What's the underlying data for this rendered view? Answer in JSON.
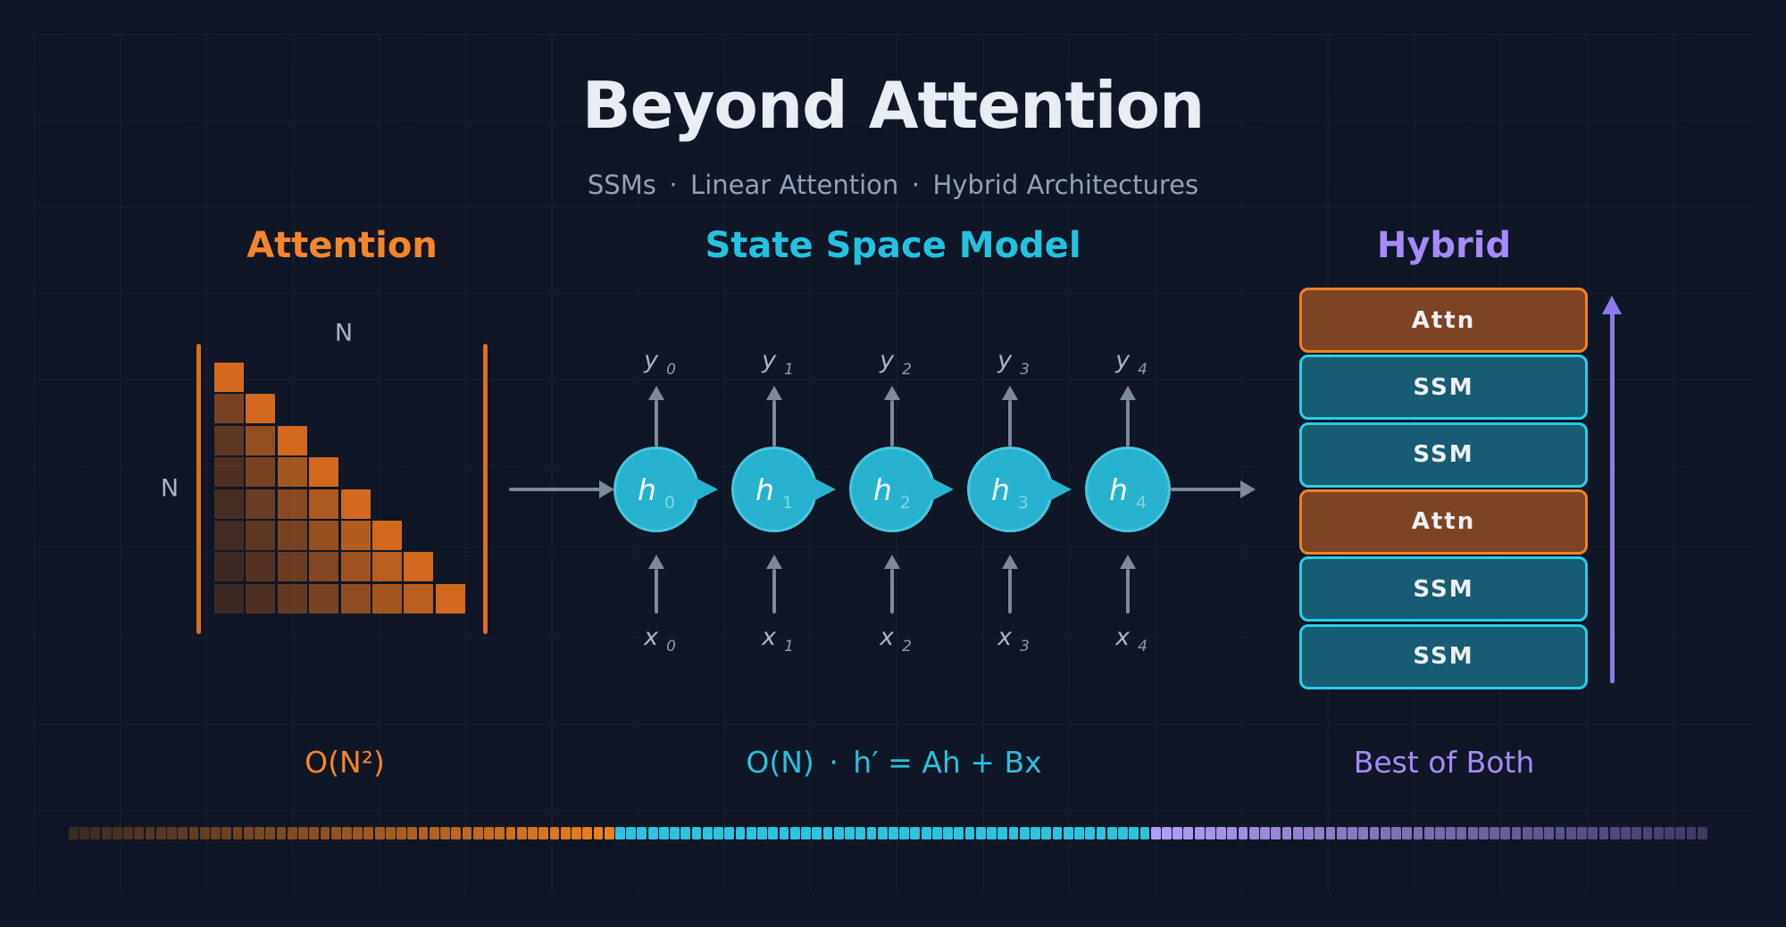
{
  "slide": {
    "title": "Beyond Attention",
    "subtitle": "SSMs · Linear Attention · Hybrid Architectures",
    "background": "#0f1626"
  },
  "attention": {
    "title": "Attention",
    "axis_top": "N",
    "axis_left": "N",
    "matrix_rows": 8,
    "caption": "O(N²)",
    "colors": {
      "accent": "#f5862b",
      "cell": "#d2691e",
      "bracket": "#d96f1f"
    }
  },
  "ssm": {
    "title": "State Space Model",
    "state_symbol": "h",
    "input_symbol": "x",
    "output_symbol": "y",
    "indices": [
      "0",
      "1",
      "2",
      "3",
      "4"
    ],
    "caption": "O(N) · h′ = Ah + Bx",
    "colors": {
      "accent": "#22c3e0",
      "circle": "#26b2cf",
      "arrow": "#7e8a9c"
    }
  },
  "hybrid": {
    "title": "Hybrid",
    "blocks": [
      "Attn",
      "SSM",
      "SSM",
      "Attn",
      "SSM",
      "SSM"
    ],
    "caption": "Best of Both",
    "colors": {
      "accent": "#a78bfa",
      "attn_fill": "#7d4322",
      "attn_border": "#f08226",
      "ssm_fill": "#175c72",
      "ssm_border": "#28cfe8",
      "arrow": "#8d7ae9"
    }
  },
  "timeline_bar": {
    "segments": 150,
    "zones": [
      {
        "until": 0.334,
        "from": "#3a2a22",
        "to": "#f08120"
      },
      {
        "until": 0.663,
        "from": "#2dc3de",
        "to": "#2dc3de"
      },
      {
        "until": 1.0,
        "from": "#b29ef9",
        "to": "#3f3966"
      }
    ]
  }
}
